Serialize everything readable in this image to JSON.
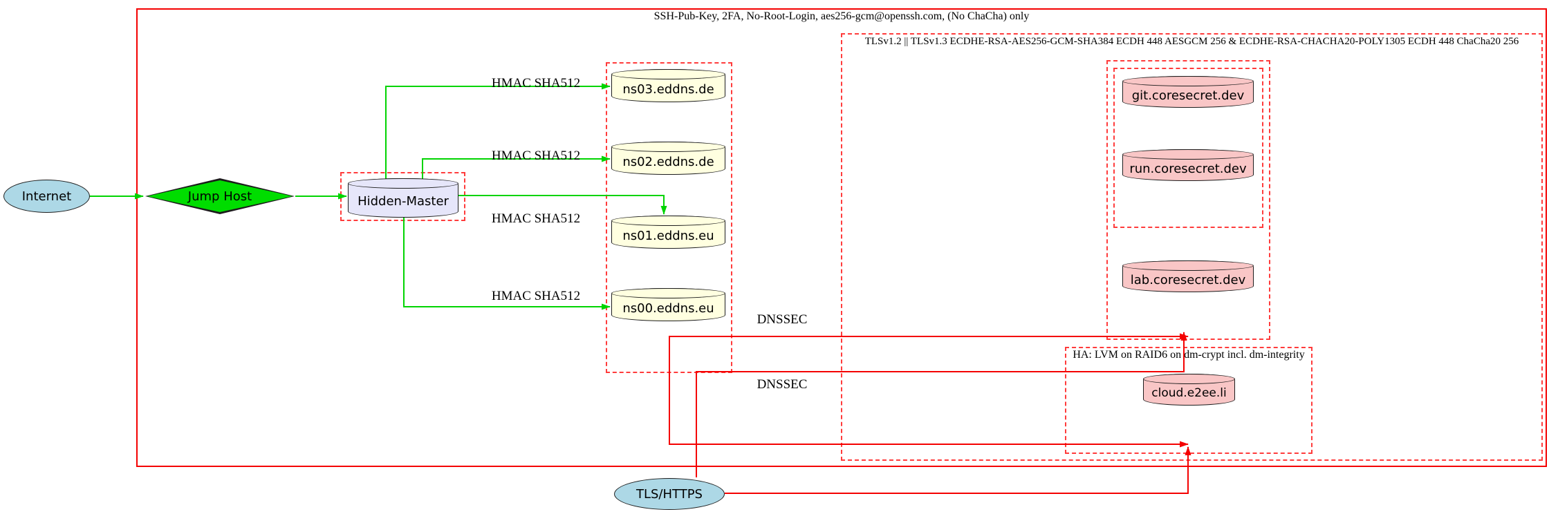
{
  "clusters": {
    "ssh_label": "SSH-Pub-Key, 2FA, No-Root-Login, aes256-gcm@openssh.com, (No ChaCha) only",
    "tls_label": "TLSv1.2 || TLSv1.3 ECDHE-RSA-AES256-GCM-SHA384 ECDH 448 AESGCM 256 & ECDHE-RSA-CHACHA20-POLY1305 ECDH 448 ChaCha20 256",
    "ha_label": "HA: LVM on RAID6 on dm-crypt incl. dm-integrity"
  },
  "nodes": {
    "internet": "Internet",
    "jump_host": "Jump Host",
    "hidden_master": "Hidden-Master",
    "ns03": "ns03.eddns.de",
    "ns02": "ns02.eddns.de",
    "ns01": "ns01.eddns.eu",
    "ns00": "ns00.eddns.eu",
    "git": "git.coresecret.dev",
    "run": "run.coresecret.dev",
    "lab": "lab.coresecret.dev",
    "cloud": "cloud.e2ee.li",
    "tls_https": "TLS/HTTPS"
  },
  "edge_labels": {
    "hmac": [
      "HMAC SHA512",
      "HMAC SHA512",
      "HMAC SHA512",
      "HMAC SHA512"
    ],
    "dnssec": [
      "DNSSEC",
      "DNSSEC"
    ]
  },
  "colors": {
    "green": "#00d400",
    "green_fill": "#00dd00",
    "red": "#f40000",
    "red_dashed": "#ff3b3b",
    "lightblue": "#add8e6",
    "lavender": "#e6e6fa",
    "lightyellow": "#ffffe0",
    "pink": "#f9c6c6",
    "node_border": "#1c1c1c"
  }
}
